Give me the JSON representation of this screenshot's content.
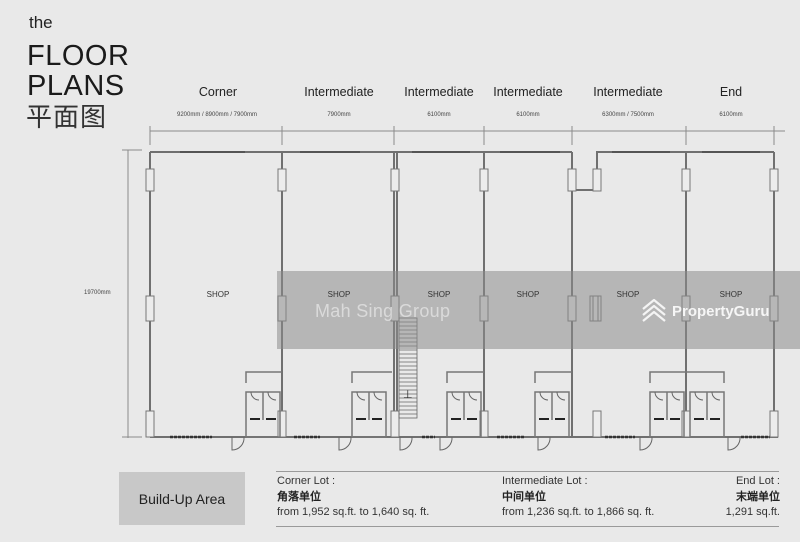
{
  "title": {
    "prefix": "the",
    "line1": "FLOOR",
    "line2": "PLANS",
    "chinese": "平面图"
  },
  "units": [
    {
      "type": "Corner",
      "dimension": "9200mm / 8900mm / 7900mm",
      "room": "SHOP"
    },
    {
      "type": "Intermediate",
      "dimension": "7900mm",
      "room": "SHOP"
    },
    {
      "type": "Intermediate",
      "dimension": "6100mm",
      "room": "SHOP"
    },
    {
      "type": "Intermediate",
      "dimension": "6100mm",
      "room": "SHOP"
    },
    {
      "type": "Intermediate",
      "dimension": "6300mm / 7500mm",
      "room": "SHOP"
    },
    {
      "type": "End",
      "dimension": "6100mm",
      "room": "SHOP"
    }
  ],
  "depth_dimension": "19700mm",
  "watermarks": {
    "developer": "Mah Sing Group",
    "portal": "PropertyGuru"
  },
  "build_up_area": {
    "label": "Build-Up Area",
    "lots": [
      {
        "name": "Corner Lot :",
        "chinese": "角落单位",
        "area": "from 1,952 sq.ft. to 1,640 sq. ft."
      },
      {
        "name": "Intermediate Lot :",
        "chinese": "中间单位",
        "area": "from 1,236 sq.ft. to 1,866 sq. ft."
      },
      {
        "name": "End Lot :",
        "chinese": "末端单位",
        "area": "1,291 sq.ft."
      }
    ]
  },
  "colors": {
    "background": "#e9e9e9",
    "wall": "#6e6e6e",
    "overlay": "#8c8c8c",
    "label_box": "#c8c8c8"
  }
}
